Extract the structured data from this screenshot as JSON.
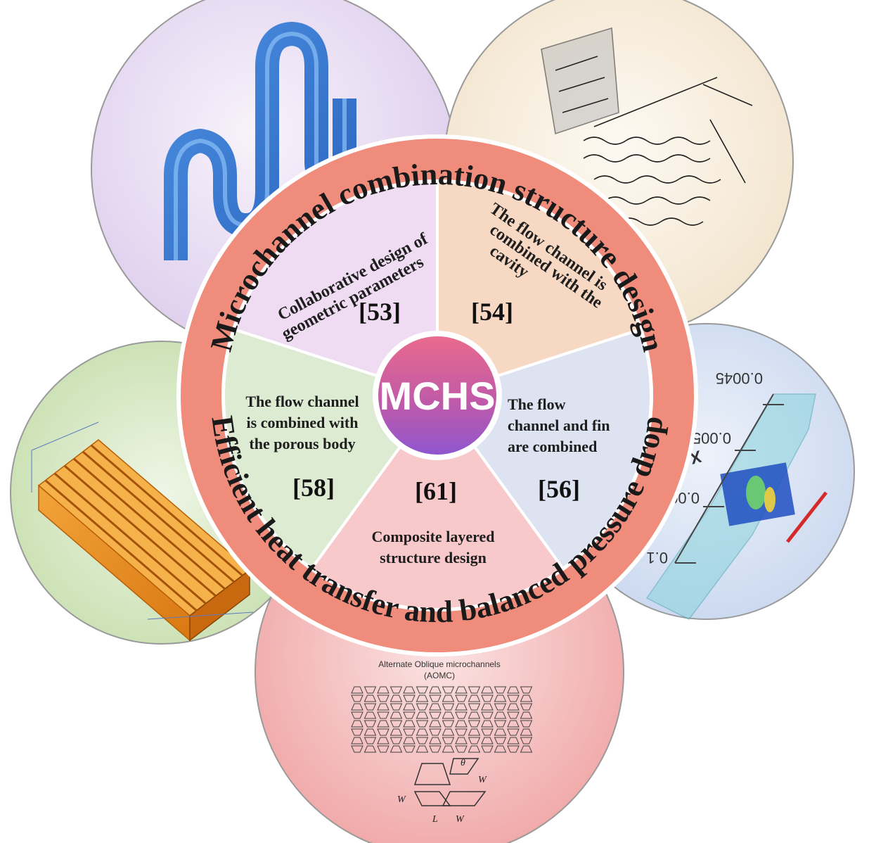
{
  "center": {
    "label": "MCHS"
  },
  "ring": {
    "top_text": "Microchannel combination structure design",
    "bottom_text": "Efficient heat transfer and balanced pressure drop"
  },
  "sectors": [
    {
      "id": "s53",
      "ref": "[53]",
      "lines": [
        "Collaborative design of",
        "geometric parameters"
      ],
      "color": "#efdcf2"
    },
    {
      "id": "s54",
      "ref": "[54]",
      "lines": [
        "The flow channel is",
        "combined with the",
        "cavity"
      ],
      "color": "#f7d9c3"
    },
    {
      "id": "s56",
      "ref": "[56]",
      "lines": [
        "The flow",
        "channel and fin",
        "are combined"
      ],
      "color": "#dde3f1"
    },
    {
      "id": "s61",
      "ref": "[61]",
      "lines": [
        "Composite layered",
        "structure design"
      ],
      "color": "#f8c9cb"
    },
    {
      "id": "s58",
      "ref": "[58]",
      "lines": [
        "The flow channel",
        "is combined with",
        "the porous body"
      ],
      "color": "#dcebd2"
    }
  ],
  "bubbles": {
    "bottom_caption": [
      "Alternate Oblique microchannels",
      "(AOMC)"
    ],
    "bottom_labels": [
      "W",
      "W",
      "L",
      "W",
      "θ"
    ],
    "right_axis_ticks": [
      "0.0045",
      "0.005",
      "0.0055",
      "0.1"
    ],
    "right_axis_label": "X (m)",
    "colors": {
      "top_left": "#e7dcf3",
      "top_right": "#f6ecdc",
      "right": "#d7e2f3",
      "left": "#d4e6c1",
      "bottom": "#f4b6b6",
      "ring": "#f08c7b",
      "center_top": "#e35a86",
      "center_bottom": "#9a57c9"
    }
  }
}
